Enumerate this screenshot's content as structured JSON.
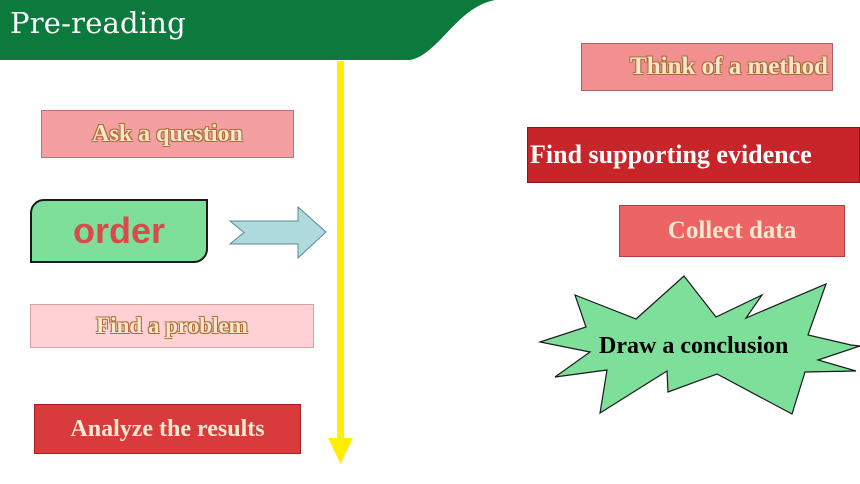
{
  "header": {
    "title": "Pre-reading",
    "color": "#0b7a3c"
  },
  "left_column": {
    "ask_label": "Ask a question",
    "order_label": "order",
    "find_problem_label": "Find a problem",
    "analyze_label": "Analyze the results"
  },
  "right_column": {
    "think_label": "Think of a method",
    "evidence_label": "Find supporting evidence",
    "collect_label": "Collect data",
    "conclusion_label": "Draw a conclusion"
  },
  "colors": {
    "timeline_arrow": "#ffee00",
    "right_arrow": "#aed9dd",
    "burst": "#7ddf9a"
  },
  "icons": {
    "timeline": "down-arrow-icon",
    "next": "right-arrow-icon",
    "burst": "starburst-shape"
  }
}
